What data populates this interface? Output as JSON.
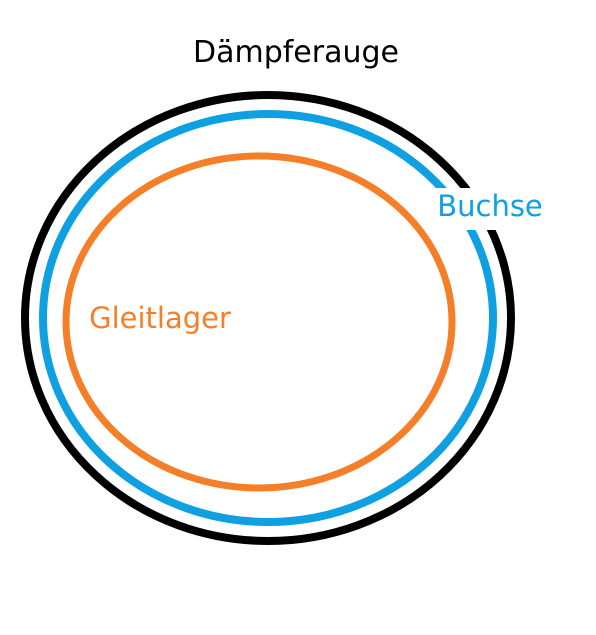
{
  "labels": {
    "title": "Dämpferauge",
    "bushing": "Buchse",
    "plain_bearing": "Gleitlager"
  },
  "colors": {
    "background": "#ffffff",
    "outer_ring": "#000000",
    "bushing_ring": "#0ea0e0",
    "bearing_ring": "#f57f29",
    "title_text": "#000000",
    "bushing_text": "#0ea0e0",
    "bearing_text": "#f57f29"
  }
}
